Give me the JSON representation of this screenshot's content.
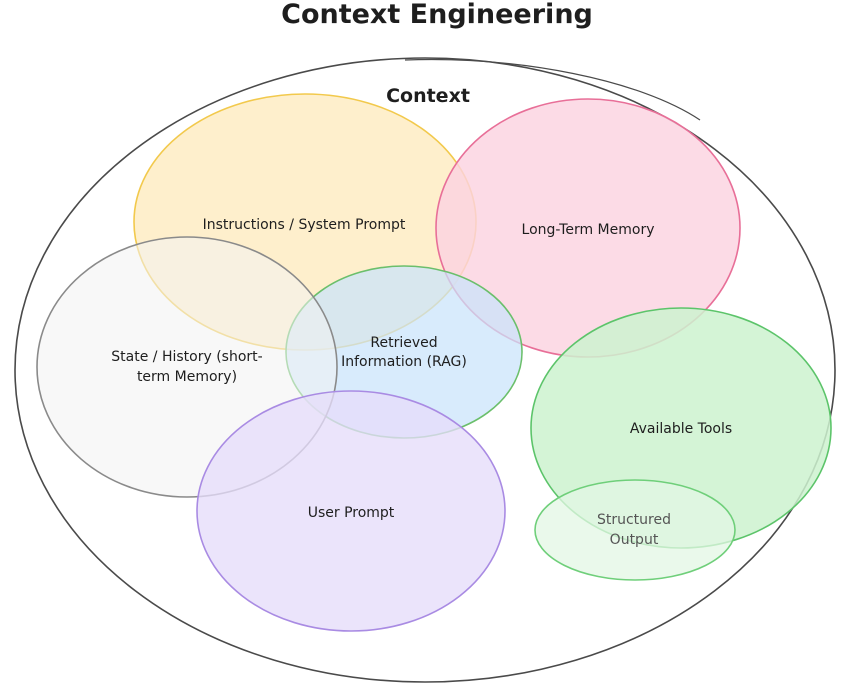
{
  "title": "Context Engineering",
  "container_label": "Context",
  "colors": {
    "outline": "#4a4a4a",
    "instructions_fill": "#fde9b8",
    "instructions_stroke": "#f2c94c",
    "memory_fill": "#fbd3e0",
    "memory_stroke": "#e86f98",
    "rag_fill": "#c9e3fb",
    "rag_stroke": "#6bbf6b",
    "state_fill": "#f3f3f3",
    "state_stroke": "#8a8a8a",
    "user_fill": "#e6ddfa",
    "user_stroke": "#a98be3",
    "tools_fill": "#cdf2cf",
    "tools_stroke": "#5cc46a",
    "structured_fill": "#e3f7e4",
    "structured_stroke": "#6fcf7a"
  },
  "regions": {
    "instructions": {
      "label": [
        "Instructions / System Prompt"
      ]
    },
    "long_term_memory": {
      "label": [
        "Long-Term Memory"
      ]
    },
    "rag": {
      "label": [
        "Retrieved",
        "Information (RAG)"
      ]
    },
    "state_history": {
      "label": [
        "State / History (short-",
        "term Memory)"
      ]
    },
    "user_prompt": {
      "label": [
        "User Prompt"
      ]
    },
    "available_tools": {
      "label": [
        "Available Tools"
      ]
    },
    "structured_output": {
      "label": [
        "Structured",
        "Output"
      ]
    }
  }
}
